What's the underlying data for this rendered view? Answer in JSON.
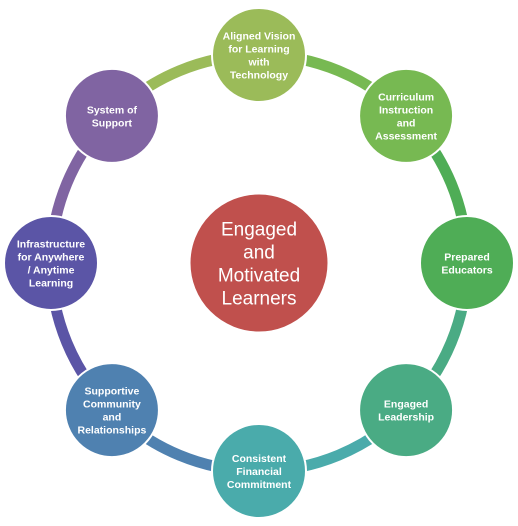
{
  "center": {
    "lines": [
      "Engaged",
      "and",
      "Motivated",
      "Learners"
    ],
    "color": "#c0504d"
  },
  "nodes": [
    {
      "id": "aligned-vision",
      "lines": [
        "Aligned Vision",
        "for Learning",
        "with",
        "Technology"
      ],
      "color": "#9bbb59"
    },
    {
      "id": "curriculum",
      "lines": [
        "Curriculum",
        "Instruction",
        "and",
        "Assessment"
      ],
      "color": "#77b952"
    },
    {
      "id": "prepared-educators",
      "lines": [
        "Prepared",
        "Educators"
      ],
      "color": "#4fad56"
    },
    {
      "id": "engaged-leadership",
      "lines": [
        "Engaged",
        "Leadership"
      ],
      "color": "#4aab84"
    },
    {
      "id": "consistent-financial",
      "lines": [
        "Consistent",
        "Financial",
        "Commitment"
      ],
      "color": "#4aabab"
    },
    {
      "id": "supportive-community",
      "lines": [
        "Supportive",
        "Community",
        "and",
        "Relationships"
      ],
      "color": "#4f81b0"
    },
    {
      "id": "infrastructure",
      "lines": [
        "Infrastructure",
        "for Anywhere",
        "/ Anytime",
        "Learning"
      ],
      "color": "#5b55a6"
    },
    {
      "id": "system-of-support",
      "lines": [
        "System of",
        "Support"
      ],
      "color": "#8064a2"
    }
  ]
}
